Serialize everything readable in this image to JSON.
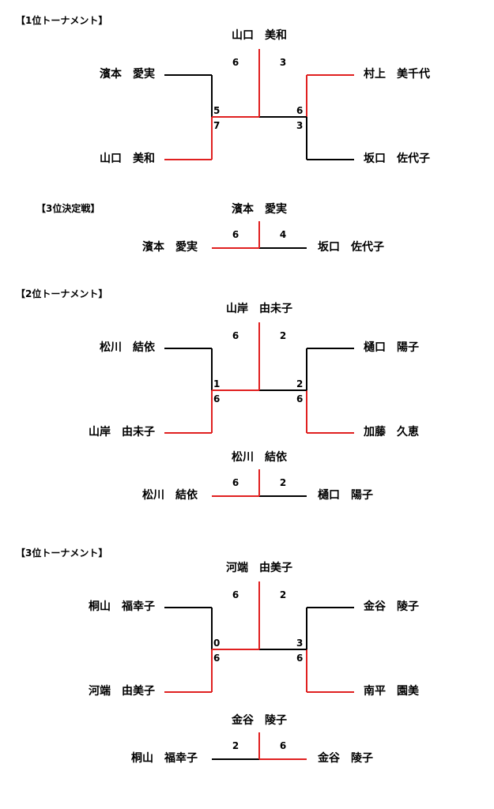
{
  "colors": {
    "winner_line": "#e02020",
    "loser_line": "#000000"
  },
  "brackets": [
    {
      "title": "【1位トーナメント】",
      "champion": "山口　美和",
      "final_score_left": "6",
      "final_score_right": "3",
      "winner_side": "left",
      "left": {
        "top_player": "濱本　愛実",
        "bottom_player": "山口　美和",
        "top_score": "5",
        "bottom_score": "7",
        "winner": "bottom"
      },
      "right": {
        "top_player": "村上　美千代",
        "bottom_player": "坂口　佐代子",
        "top_score": "6",
        "bottom_score": "3",
        "winner": "top"
      }
    },
    {
      "title": "【2位トーナメント】",
      "champion": "山岸　由未子",
      "final_score_left": "6",
      "final_score_right": "2",
      "winner_side": "left",
      "left": {
        "top_player": "松川　結依",
        "bottom_player": "山岸　由未子",
        "top_score": "1",
        "bottom_score": "6",
        "winner": "bottom"
      },
      "right": {
        "top_player": "樋口　陽子",
        "bottom_player": "加藤　久恵",
        "top_score": "2",
        "bottom_score": "6",
        "winner": "bottom"
      }
    },
    {
      "title": "【3位トーナメント】",
      "champion": "河端　由美子",
      "final_score_left": "6",
      "final_score_right": "2",
      "winner_side": "left",
      "left": {
        "top_player": "桐山　福幸子",
        "bottom_player": "河端　由美子",
        "top_score": "0",
        "bottom_score": "6",
        "winner": "bottom"
      },
      "right": {
        "top_player": "金谷　陵子",
        "bottom_player": "南平　園美",
        "top_score": "3",
        "bottom_score": "6",
        "winner": "bottom"
      }
    }
  ],
  "matches": [
    {
      "title": "【3位決定戦】",
      "champion": "濱本　愛実",
      "left_player": "濱本　愛実",
      "right_player": "坂口　佐代子",
      "left_score": "6",
      "right_score": "4",
      "winner_side": "left"
    },
    {
      "title": "",
      "champion": "松川　結依",
      "left_player": "松川　結依",
      "right_player": "樋口　陽子",
      "left_score": "6",
      "right_score": "2",
      "winner_side": "left"
    },
    {
      "title": "",
      "champion": "金谷　陵子",
      "left_player": "桐山　福幸子",
      "right_player": "金谷　陵子",
      "left_score": "2",
      "right_score": "6",
      "winner_side": "right"
    }
  ]
}
